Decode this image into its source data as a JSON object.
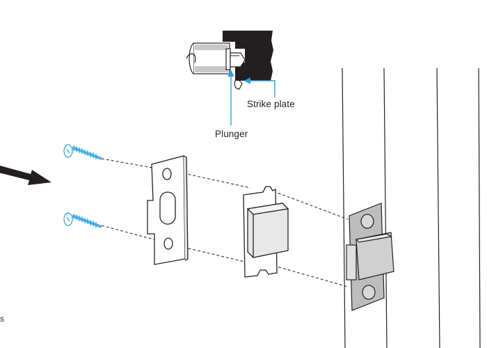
{
  "labels": {
    "strike_plate": "Strike plate",
    "plunger": "Plunger",
    "edge_fragment": "s"
  },
  "colors": {
    "line": "#231f20",
    "callout": "#29a3dc",
    "screw": "#4fb4e3",
    "block": "#d9d9d9",
    "plate_back": "#bdbdbd"
  },
  "icons": {
    "arrow": "arrow-icon",
    "screws": "screw-icon"
  }
}
